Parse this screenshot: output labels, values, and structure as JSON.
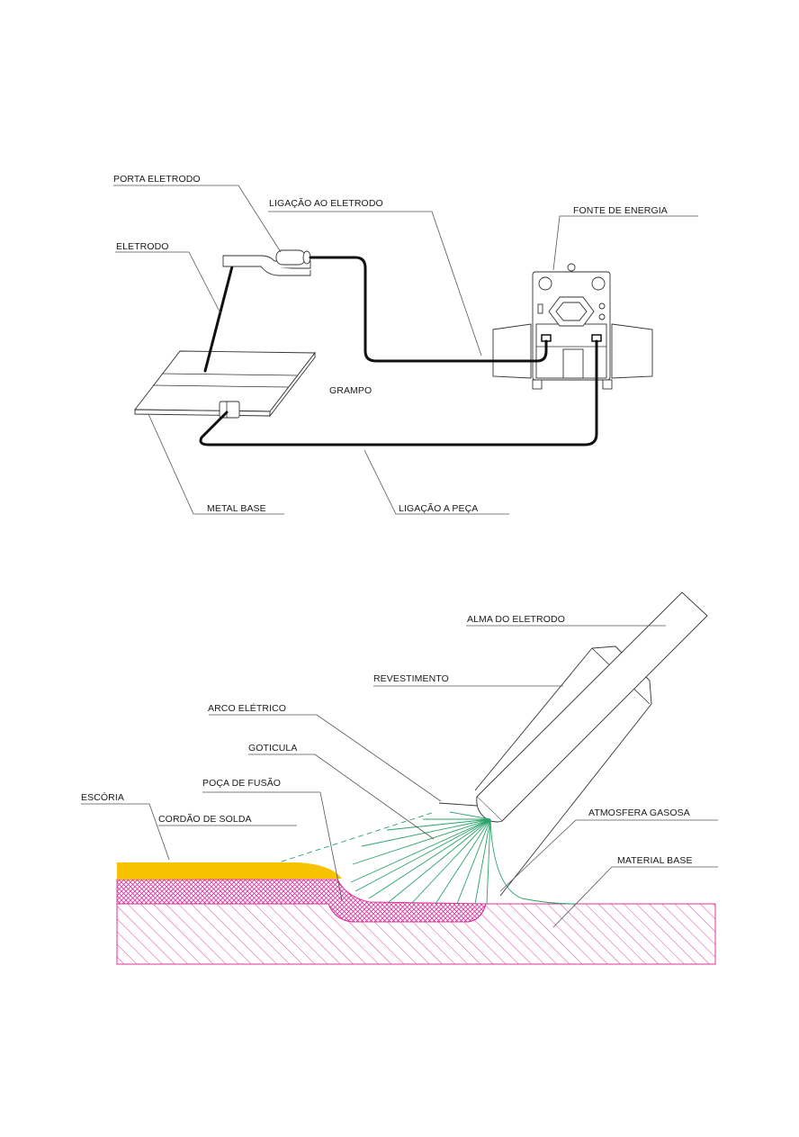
{
  "top_diagram": {
    "labels": {
      "electrode_holder": "PORTA ELETRODO",
      "electrode_connection": "LIGAÇÃO AO ELETRODO",
      "power_source": "FONTE DE ENERGIA",
      "electrode": "ELETRODO",
      "clamp": "GRAMPO",
      "base_metal": "METAL BASE",
      "work_connection": "LIGAÇÃO A PEÇA"
    }
  },
  "bottom_diagram": {
    "labels": {
      "electrode_core": "ALMA DO ELETRODO",
      "coating": "REVESTIMENTO",
      "electric_arc": "ARCO ELÉTRICO",
      "droplet": "GOTICULA",
      "weld_pool": "POÇA DE FUSÃO",
      "slag": "ESCÓRIA",
      "weld_bead": "CORDÃO DE SOLDA",
      "gas_atmosphere": "ATMOSFERA GASOSA",
      "base_material": "MATERIAL BASE"
    },
    "colors": {
      "slag": "#f7c300",
      "bead_and_base": "#e0309a",
      "arc": "#2aa36a"
    }
  }
}
